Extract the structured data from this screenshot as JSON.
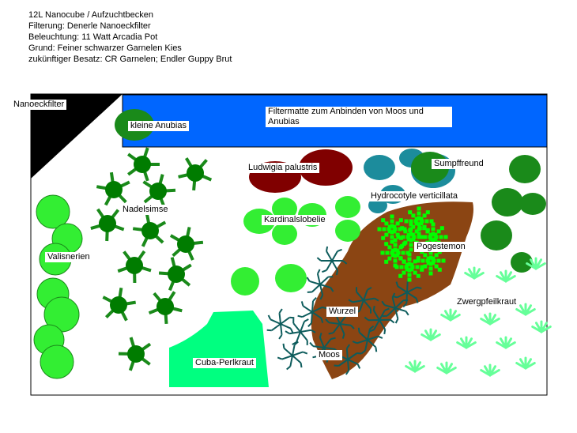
{
  "header": {
    "lines": [
      "12L Nanocube / Aufzuchtbecken",
      "Filterung: Denerle Nanoeckfilter",
      "Beleuchtung: 11 Watt Arcadia Pot",
      "Grund: Feiner schwarzer Garnelen Kies",
      "zukünftiger Besatz: CR Garnelen; Endler Guppy Brut"
    ]
  },
  "labels": {
    "nanoeckfilter": "Nanoeckfilter",
    "filtermatte": "Filtermatte zum Anbinden von Moos und Anubias",
    "kleine_anubias": "kleine Anubias",
    "ludwigia": "Ludwigia palustris",
    "sumpffreund": "Sumpffreund",
    "hydrocotyle": "Hydrocotyle verticillata",
    "nadelsimse": "Nadelsimse",
    "kardinalslobelie": "Kardinalslobelie",
    "valisnerien": "Valisnerien",
    "pogestemon": "Pogestemon",
    "zwergpfeilkraut": "Zwergpfeilkraut",
    "wurzel": "Wurzel",
    "moos": "Moos",
    "cuba_perlkraut": "Cuba-Perlkraut"
  },
  "colors": {
    "water_blue": "#0066ff",
    "filter_black": "#000000",
    "wood_brown": "#8b4513",
    "ludwigia_red": "#800000",
    "dark_green": "#007c00",
    "medium_green": "#1a8a1a",
    "light_green": "#33ee33",
    "bright_green": "#00ff00",
    "teal": "#1c8c9c",
    "perlkraut_green": "#00ff80",
    "pfeilkraut_green": "#66ff99",
    "moss_teal": "#0d5c5c"
  }
}
